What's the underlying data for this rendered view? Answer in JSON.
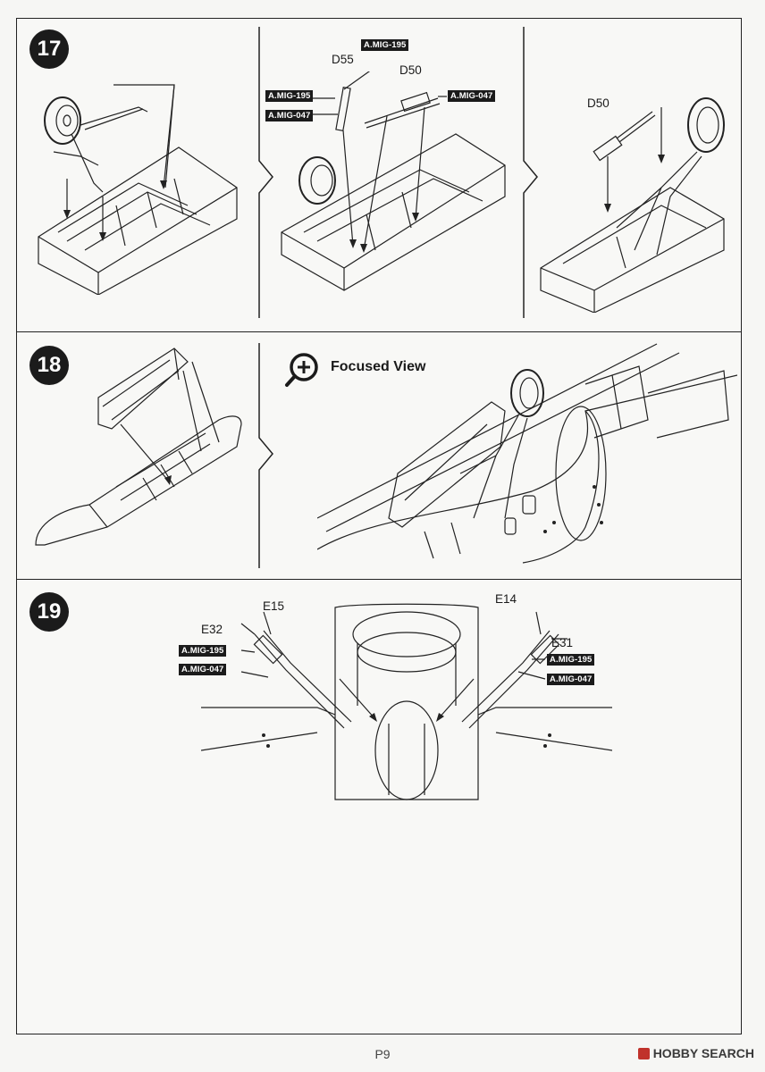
{
  "steps": {
    "s17": {
      "number": "17",
      "panel2": {
        "top_tag": "A.MIG-195",
        "left_tag_a": "A.MIG-195",
        "left_tag_b": "A.MIG-047",
        "right_tag": "A.MIG-047",
        "part_d55": "D55",
        "part_d50": "D50"
      },
      "panel3": {
        "part_d50": "D50"
      }
    },
    "s18": {
      "number": "18",
      "focus_label": "Focused View",
      "focus_icon": "magnifier-plus-icon"
    },
    "s19": {
      "number": "19",
      "left": {
        "part_e15": "E15",
        "part_e32": "E32",
        "tag_a": "A.MIG-195",
        "tag_b": "A.MIG-047"
      },
      "right": {
        "part_e14": "E14",
        "part_e31": "E31",
        "tag_a": "A.MIG-195",
        "tag_b": "A.MIG-047"
      }
    }
  },
  "footer": {
    "page": "P9",
    "watermark": "HOBBY SEARCH"
  },
  "colors": {
    "ink": "#1b1b1b",
    "paper": "#f6f6f4",
    "watermark_red": "#c0322b"
  }
}
